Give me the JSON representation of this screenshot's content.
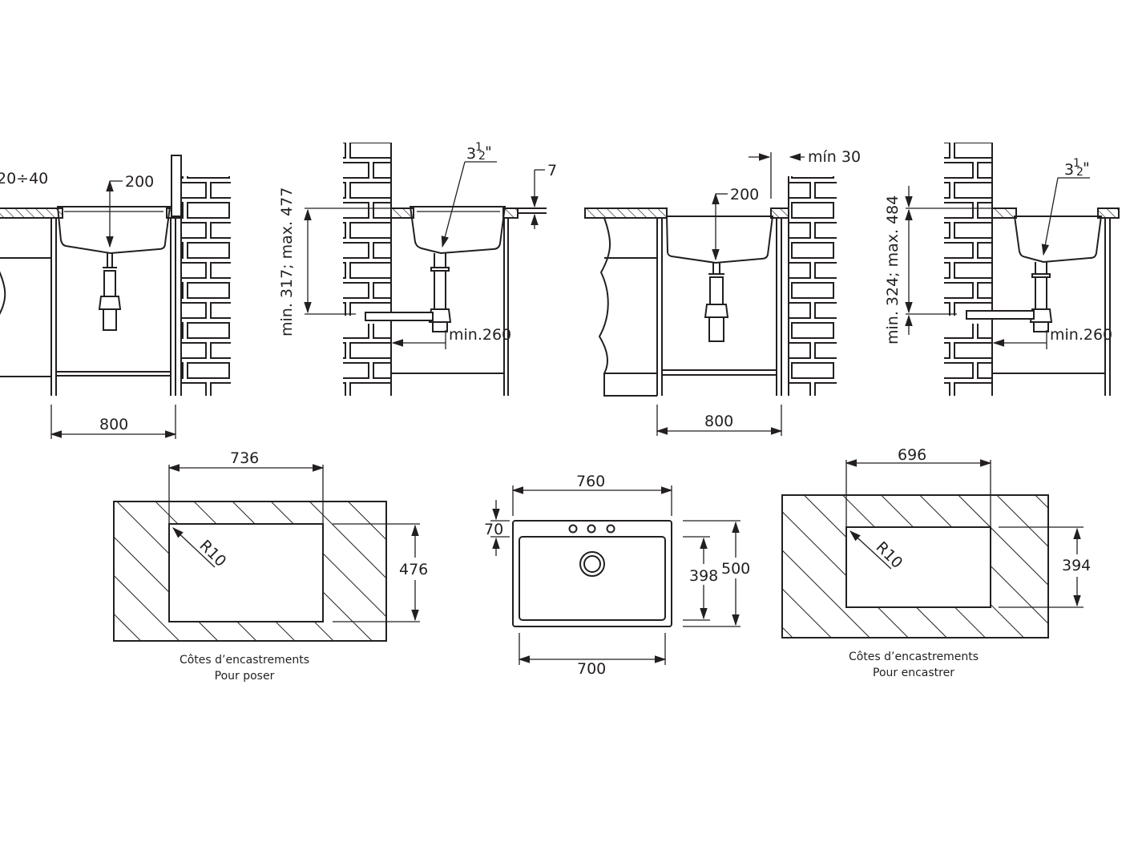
{
  "top_views": {
    "view1": {
      "gap_label": "20÷40",
      "depth_label": "200",
      "width_label": "800"
    },
    "view2": {
      "height_label": "min. 317; max. 477",
      "pipe_whole": "3",
      "pipe_num": "1",
      "pipe_den": "2",
      "pipe_unit": "\"",
      "offset_label": "7",
      "drain_label": "min.260"
    },
    "view3": {
      "clearance_label": "mín 30",
      "depth_label": "200",
      "width_label": "800"
    },
    "view4": {
      "height_label": "min. 324; max. 484",
      "pipe_whole": "3",
      "pipe_num": "1",
      "pipe_den": "2",
      "pipe_unit": "\"",
      "drain_label": "min.260"
    }
  },
  "cutout_overmount": {
    "width_label": "736",
    "height_label": "476",
    "radius_label": "R10",
    "caption_line1": "Côtes d’encastrements",
    "caption_line2": "Pour poser"
  },
  "sink_plan": {
    "outer_width_label": "760",
    "inner_width_label": "700",
    "outer_height_label": "500",
    "inner_height_label": "398",
    "rim_label": "70"
  },
  "cutout_flush": {
    "width_label": "696",
    "height_label": "394",
    "radius_label": "R10",
    "caption_line1": "Côtes d’encastrements",
    "caption_line2": "Pour encastrer"
  }
}
